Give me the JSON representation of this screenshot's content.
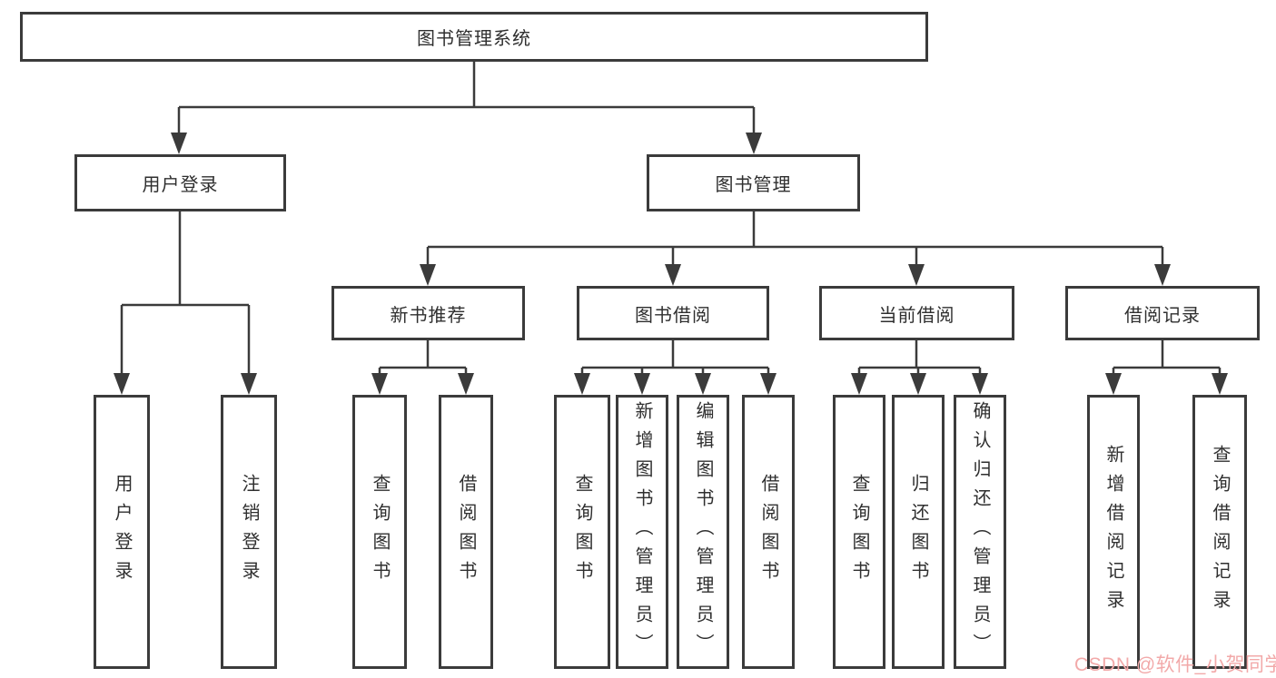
{
  "diagram": {
    "root": {
      "label": "图书管理系统"
    },
    "level2": [
      {
        "label": "用户登录"
      },
      {
        "label": "图书管理"
      }
    ],
    "level3": [
      {
        "label": "新书推荐"
      },
      {
        "label": "图书借阅"
      },
      {
        "label": "当前借阅"
      },
      {
        "label": "借阅记录"
      }
    ],
    "leaves": [
      {
        "label": "用户登录"
      },
      {
        "label": "注销登录"
      },
      {
        "label": "查询图书"
      },
      {
        "label": "借阅图书"
      },
      {
        "label": "查询图书"
      },
      {
        "label": "新增图书（管理员）"
      },
      {
        "label": "编辑图书（管理员）"
      },
      {
        "label": "借阅图书"
      },
      {
        "label": "查询图书"
      },
      {
        "label": "归还图书"
      },
      {
        "label": "确认归还（管理员）"
      },
      {
        "label": "新增借阅记录"
      },
      {
        "label": "查询借阅记录"
      }
    ],
    "colors": {
      "line": "#3b3b3b",
      "text": "#2f2f2f",
      "background": "#ffffff",
      "watermark": "#f2a9a9"
    },
    "watermark": "CSDN @软件_小贺同学"
  }
}
